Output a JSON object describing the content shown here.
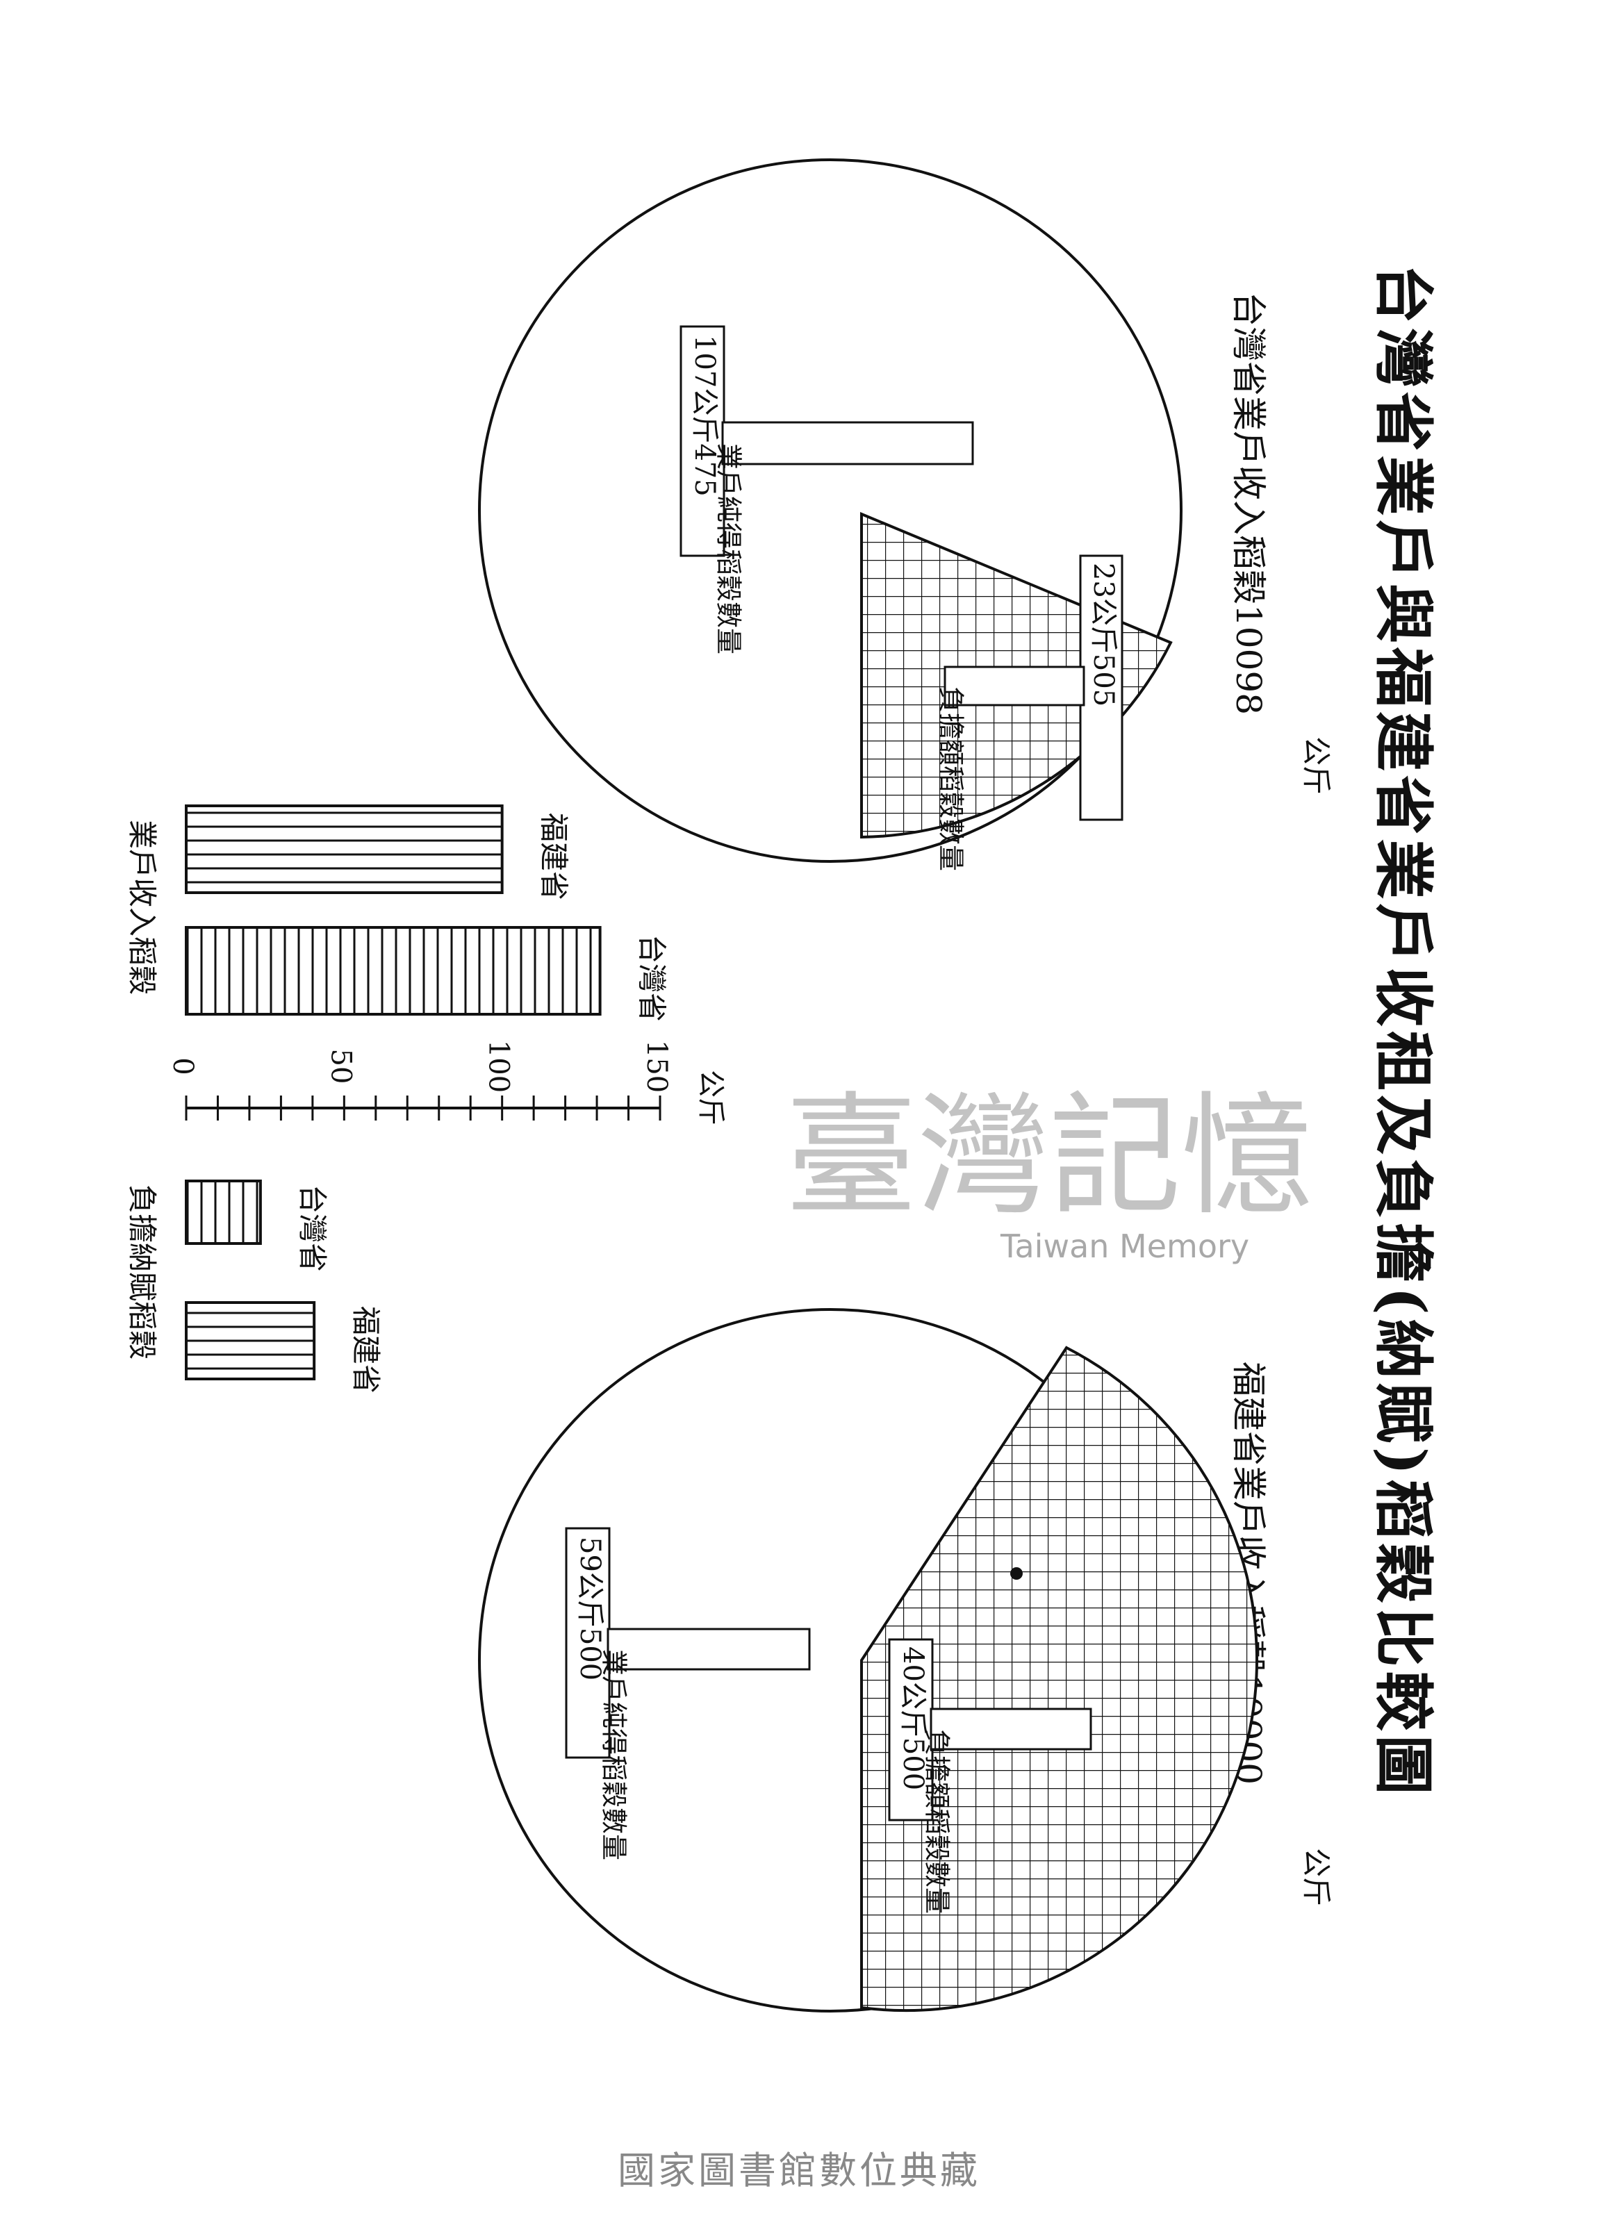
{
  "title": "台灣省業戶與福建省業戶收租及負擔(納賦)稻穀比較圖",
  "colors": {
    "ink": "#111111",
    "paper": "#ffffff",
    "watermark": "#bdbdbd"
  },
  "charts": {
    "pie_taiwan": {
      "caption": "台灣省業戶收入稻穀10098",
      "unit_label": "公斤",
      "slices": [
        {
          "label": "業戶純得稻穀數量",
          "value_text": "107公斤475",
          "value": 107.475,
          "pattern": "none"
        },
        {
          "label": "負擔額稻穀數量",
          "value_text": "23公斤505",
          "value": 23.505,
          "pattern": "grid"
        }
      ]
    },
    "pie_fujian": {
      "caption": "福建省業戶收入稻穀10000",
      "unit_label": "公斤",
      "slices": [
        {
          "label": "業戶純得稻穀數量",
          "value_text": "59公斤500",
          "value": 59.5,
          "pattern": "none"
        },
        {
          "label": "負擔額稻穀數量",
          "value_text": "40公斤500",
          "value": 40.5,
          "pattern": "grid"
        }
      ]
    },
    "bar_income": {
      "caption": "業戶收入稻穀",
      "unit": "公斤",
      "axis_ticks": [
        "0",
        "50",
        "100",
        "150"
      ],
      "axis_range": [
        0,
        150
      ],
      "bars": [
        {
          "label": "台灣省",
          "value": 131,
          "pattern": "vertical-lines"
        },
        {
          "label": "福建省",
          "value": 100,
          "pattern": "horizontal-lines"
        }
      ]
    },
    "bar_tax": {
      "caption": "負擔納賦稻穀",
      "bars": [
        {
          "label": "台灣省",
          "value": 23.505,
          "pattern": "vertical-lines"
        },
        {
          "label": "福建省",
          "value": 40.5,
          "pattern": "horizontal-lines"
        }
      ]
    }
  },
  "chart_data": [
    {
      "type": "pie",
      "title": "台灣省業戶收入稻穀10098",
      "categories": [
        "業戶純得稻穀數量",
        "負擔額稻穀數量"
      ],
      "values": [
        107.475,
        23.505
      ],
      "labels": [
        "107公斤475",
        "23公斤505"
      ]
    },
    {
      "type": "pie",
      "title": "福建省業戶收入稻穀10000",
      "categories": [
        "業戶純得稻穀數量",
        "負擔額稻穀數量"
      ],
      "values": [
        59.5,
        40.5
      ],
      "labels": [
        "59公斤500",
        "40公斤500"
      ]
    },
    {
      "type": "bar",
      "title": "業戶收入稻穀",
      "categories": [
        "台灣省",
        "福建省"
      ],
      "values": [
        131,
        100
      ],
      "ylabel": "公斤",
      "ylim": [
        0,
        150
      ],
      "ticks": [
        "0",
        "50",
        "100",
        "150"
      ]
    },
    {
      "type": "bar",
      "title": "負擔納賦稻穀",
      "categories": [
        "台灣省",
        "福建省"
      ],
      "values": [
        23.505,
        40.5
      ]
    }
  ],
  "watermark": {
    "main": "臺灣記憶",
    "sub": "Taiwan Memory"
  },
  "footer": {
    "caption": "國家圖書館數位典藏"
  }
}
